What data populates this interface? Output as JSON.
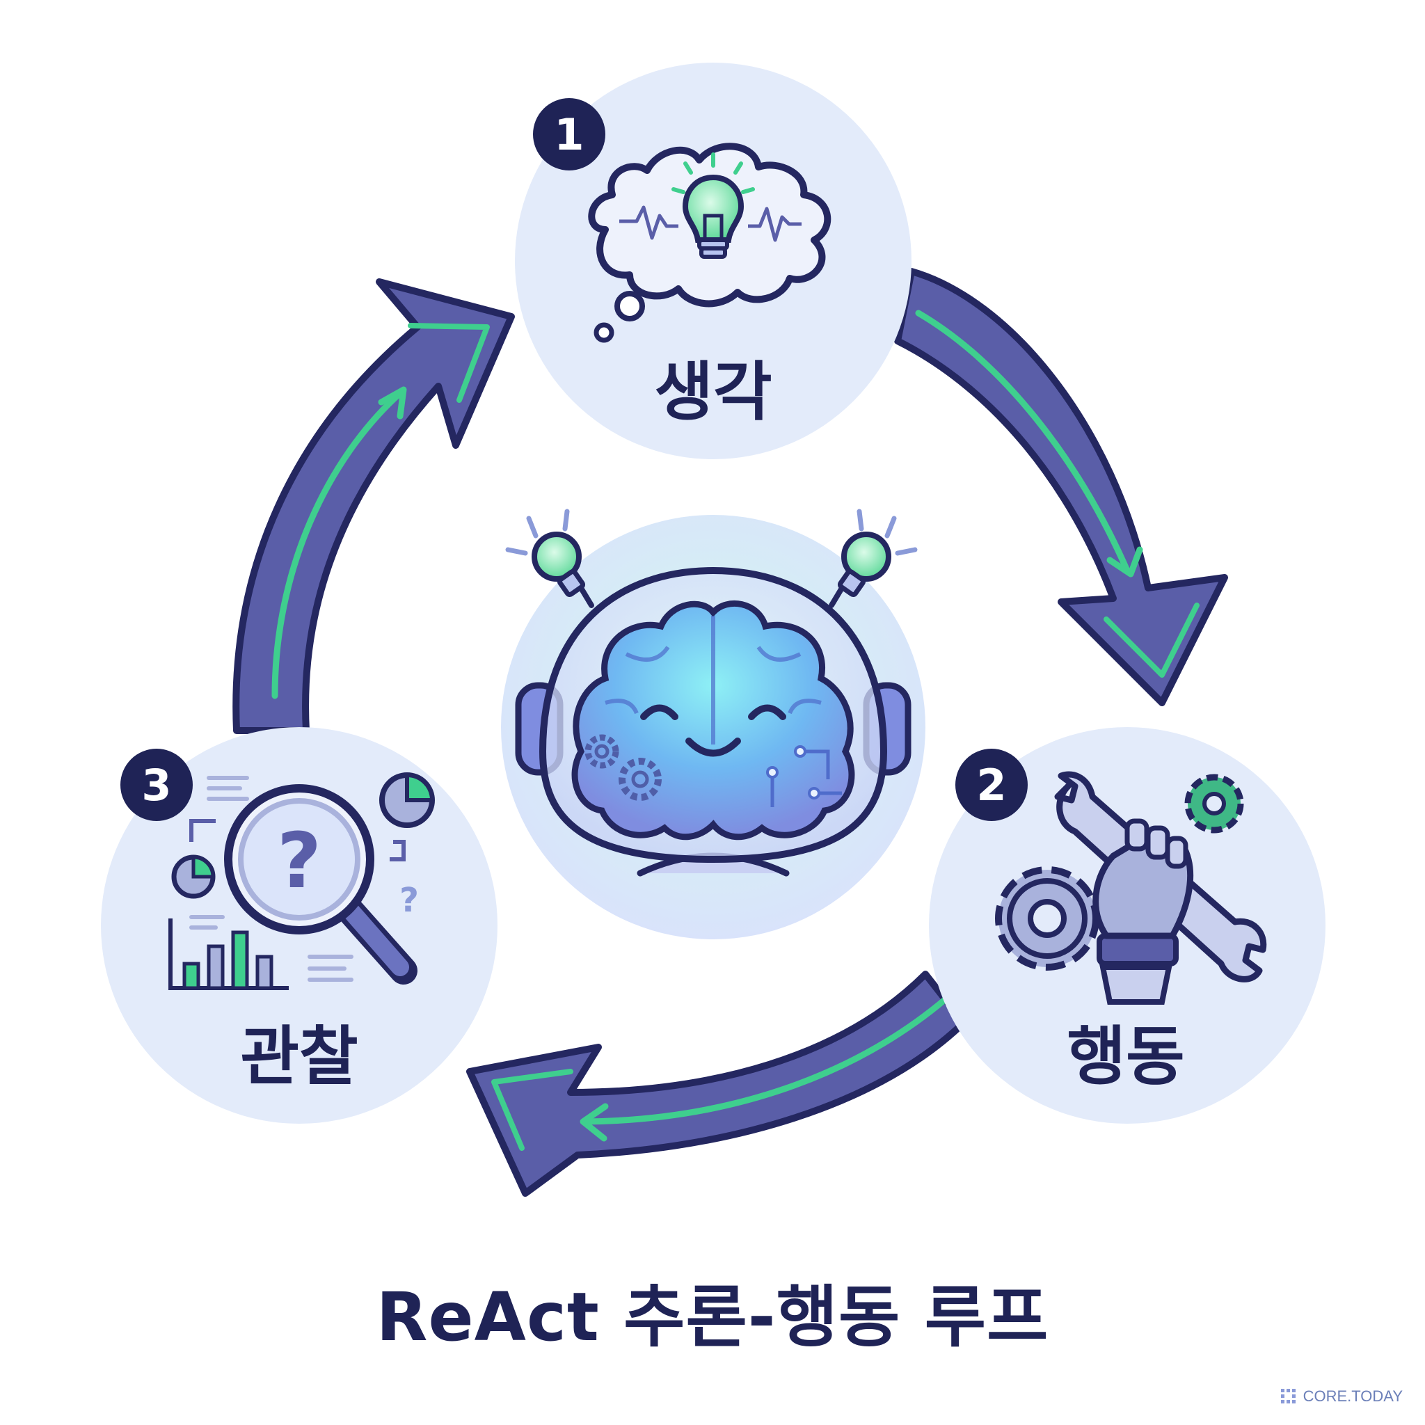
{
  "title": "ReAct 추론-행동 루프",
  "stages": [
    {
      "number": "1",
      "label": "생각"
    },
    {
      "number": "2",
      "label": "행동"
    },
    {
      "number": "3",
      "label": "관찰"
    }
  ],
  "watermark": "CORE.TODAY",
  "colors": {
    "arrow": "#5a5ea8",
    "arrow_outline": "#242760",
    "accent_green": "#3fcf8e",
    "circle_fill": "#e3ebfa",
    "text_dark": "#1f2356"
  },
  "icons": {
    "center": "robot-brain-icon",
    "stage1": "thought-cloud-lightbulb-icon",
    "stage2": "robot-hand-wrench-gears-icon",
    "stage3": "magnifier-charts-icon"
  }
}
